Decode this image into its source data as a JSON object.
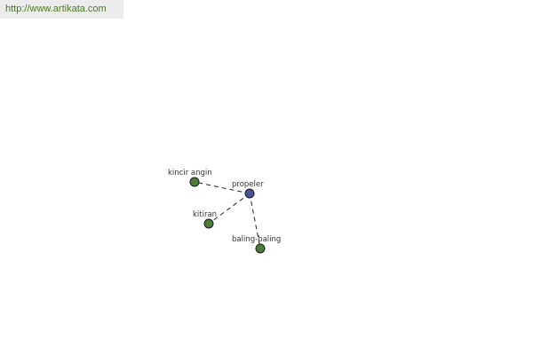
{
  "banner": {
    "url": "http://www.artikata.com"
  },
  "graph": {
    "center": {
      "label": "propeler",
      "color": "#4a5296"
    },
    "nodes": [
      {
        "label": "kincir angin",
        "color": "#4a7e3a"
      },
      {
        "label": "kitiran",
        "color": "#4a7e3a"
      },
      {
        "label": "baling-baling",
        "color": "#4a7e3a"
      }
    ]
  }
}
